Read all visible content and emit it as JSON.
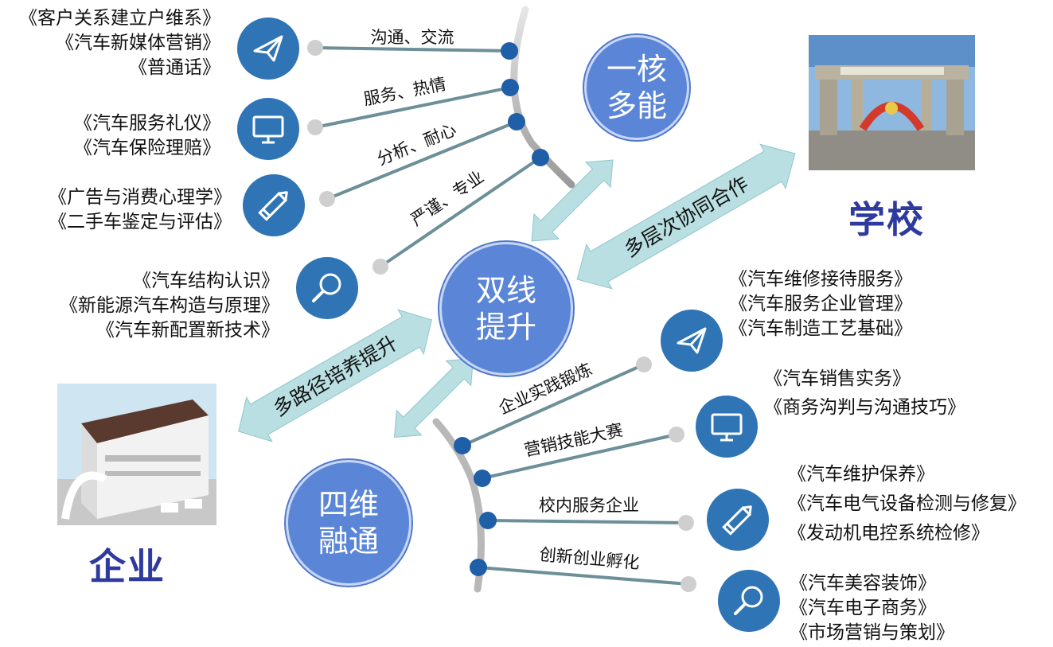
{
  "hubs": {
    "top": {
      "line1": "一核",
      "line2": "多能"
    },
    "center": {
      "line1": "双线",
      "line2": "提升"
    },
    "bottom": {
      "line1": "四维",
      "line2": "融通"
    }
  },
  "parties": {
    "school": "学校",
    "enterprise": "企业"
  },
  "arrows": {
    "school": "多层次协同合作",
    "enterprise": "多路径培养提升"
  },
  "top_branches": [
    {
      "label": "沟通、交流",
      "courses": [
        "《客户关系建立户维系》",
        "《汽车新媒体营销》",
        "《普通话》"
      ],
      "icon": "paper-plane-icon"
    },
    {
      "label": "服务、热情",
      "courses": [
        "《汽车服务礼仪》",
        "《汽车保险理赔》"
      ],
      "icon": "monitor-icon"
    },
    {
      "label": "分析、耐心",
      "courses": [
        "《广告与消费心理学》",
        "《二手车鉴定与评估》"
      ],
      "icon": "pencil-icon"
    },
    {
      "label": "严谨、专业",
      "courses": [
        "《汽车结构认识》",
        "《新能源汽车构造与原理》",
        "《汽车新配置新技术》"
      ],
      "icon": "magnifier-icon"
    }
  ],
  "bottom_branches": [
    {
      "label": "企业实践锻炼",
      "courses": [
        "《汽车维修接待服务》",
        "《汽车服务企业管理》",
        "《汽车制造工艺基础》"
      ],
      "icon": "paper-plane-icon"
    },
    {
      "label": "营销技能大赛",
      "courses": [
        "《汽车销售实务》",
        "《商务沟判与沟通技巧》"
      ],
      "icon": "monitor-icon"
    },
    {
      "label": "校内服务企业",
      "courses": [
        "《汽车维护保养》",
        "《汽车电气设备检测与修复》",
        "《发动机电控系统检修》"
      ],
      "icon": "pencil-icon"
    },
    {
      "label": "创新创业孵化",
      "courses": [
        "《汽车美容装饰》",
        "《汽车电子商务》",
        "《市场营销与策划》"
      ],
      "icon": "magnifier-icon"
    }
  ],
  "colors": {
    "hub": "#5b86d8",
    "icon": "#2f74b5",
    "dot": "#1f5fa8",
    "line": "#6c8f98",
    "arrow": "#b9dfe2",
    "party": "#2e3a9e"
  }
}
